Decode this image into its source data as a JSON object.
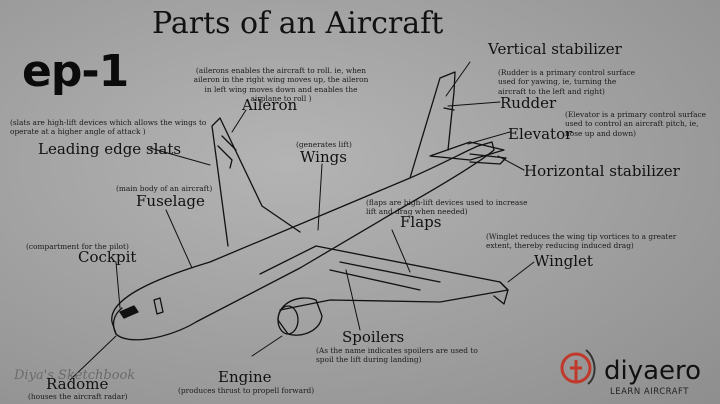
{
  "title": "Parts of an Aircraft",
  "episode": "ep-1",
  "watermark": "Diya's Sketchbook",
  "brand": {
    "name": "diyaero",
    "tagline": "LEARN AIRCRAFT",
    "accent": "#c0392b"
  },
  "parts": {
    "vertical_stabilizer": {
      "label": "Vertical stabilizer"
    },
    "rudder": {
      "label": "Rudder",
      "note": "(Rudder is a primary control surface used for yawing, ie, turning the aircraft to the left and right)"
    },
    "elevator": {
      "label": "Elevator",
      "note": "(Elevator is a primary control surface used to control an aircraft pitch, ie, nose up and down)"
    },
    "horizontal_stabilizer": {
      "label": "Horizontal stabilizer"
    },
    "aileron": {
      "label": "Aileron",
      "note": "(ailerons enables the aircraft to roll. ie, when aileron in the right wing moves up, the aileron in left wing moves down and enables the airplane to roll )"
    },
    "leading_edge_slats": {
      "label": "Leading edge slats",
      "note": "(slats are high-lift devices which allows the wings to operate at a higher angle of attack )"
    },
    "wings": {
      "label": "Wings",
      "note": "(generates lift)"
    },
    "fuselage": {
      "label": "Fuselage",
      "note": "(main body of an aircraft)"
    },
    "flaps": {
      "label": "Flaps",
      "note": "(flaps are high-lift devices used to increase lift and drag when needed)"
    },
    "cockpit": {
      "label": "Cockpit",
      "note": "(compartment for the pilot)"
    },
    "winglet": {
      "label": "Winglet",
      "note": "(Winglet reduces the wing tip vortices to a greater extent, thereby reducing induced drag)"
    },
    "spoilers": {
      "label": "Spoilers",
      "note": "(As the name indicates spoilers are used to spoil the lift during landing)"
    },
    "engine": {
      "label": "Engine",
      "note": "(produces thrust to propell forward)"
    },
    "radome": {
      "label": "Radome",
      "note": "(houses the aircraft radar)"
    }
  }
}
